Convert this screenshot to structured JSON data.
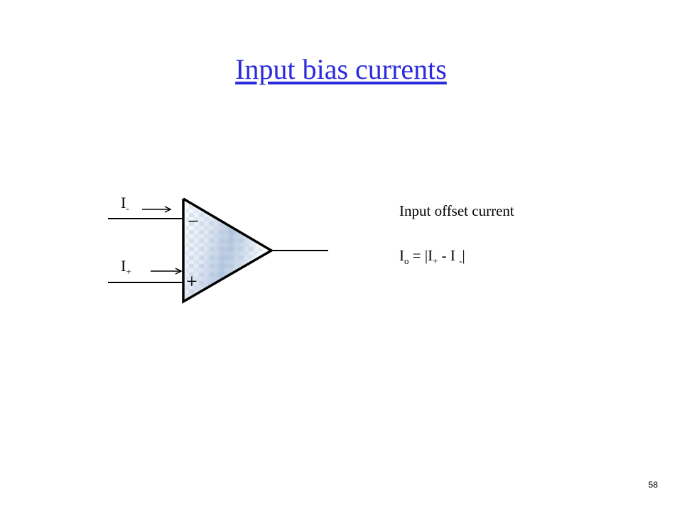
{
  "title": "Input bias currents",
  "colors": {
    "title": "#2b2bdc",
    "text": "#000000",
    "fill_light": "#ffffff",
    "fill_dark": "#a9bdd8"
  },
  "diagram": {
    "minus_sign": "−",
    "plus_sign": "+",
    "current_minus": {
      "main": "I",
      "sub": "-"
    },
    "current_plus": {
      "main": "I",
      "sub": "+"
    }
  },
  "offset": {
    "title": "Input offset current",
    "formula": {
      "i": "I",
      "o": "o",
      "eq": " = |",
      "i_plus": "I",
      "plus": "+",
      "minus": " - I ",
      "sub_minus": "-",
      "close": "|"
    }
  },
  "page_number": "58"
}
